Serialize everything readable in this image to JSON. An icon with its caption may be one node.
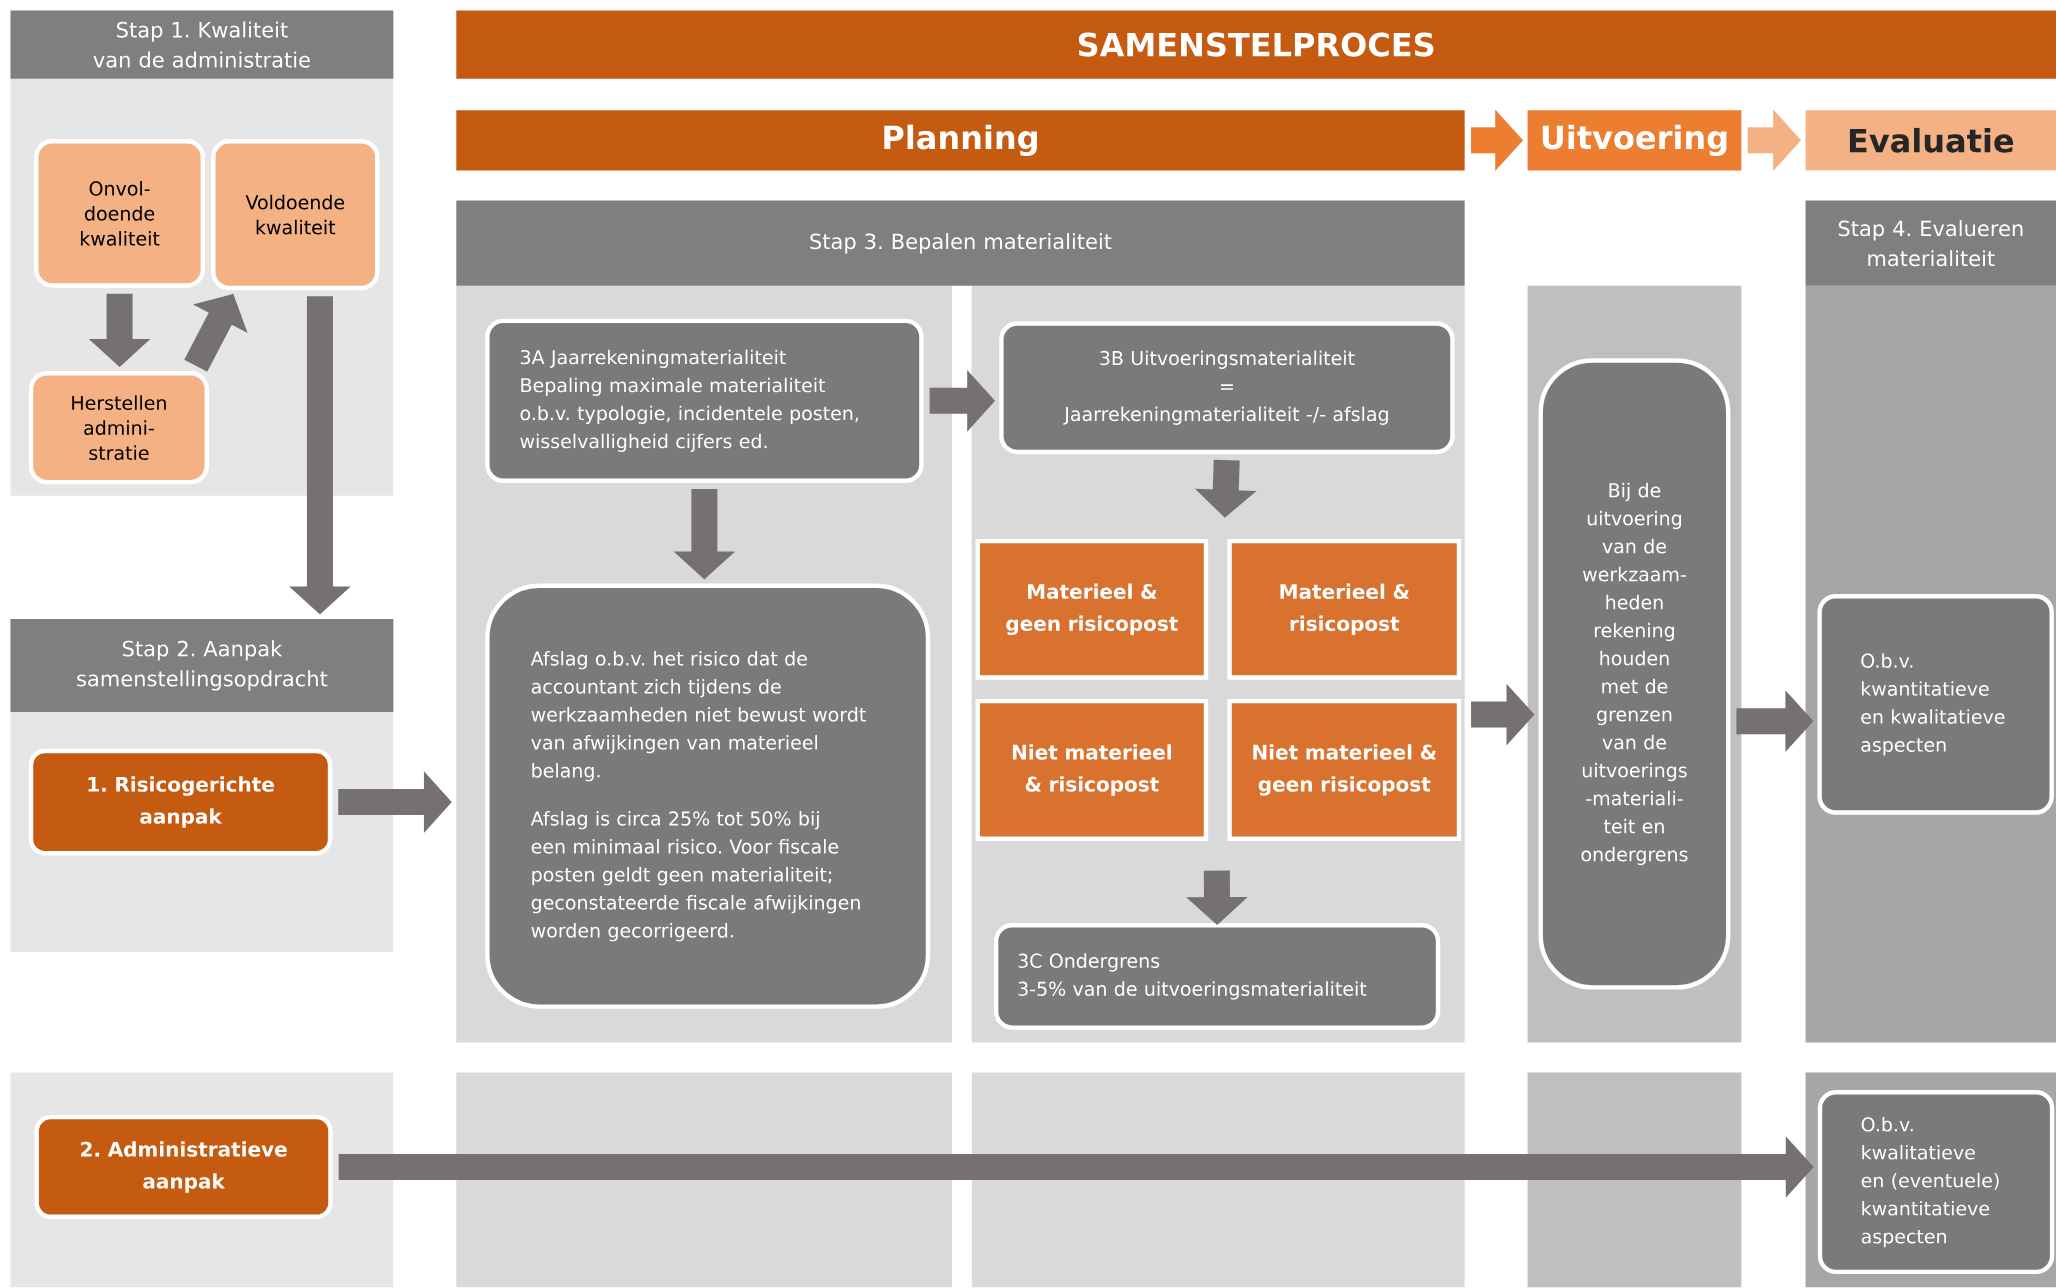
{
  "diagram": {
    "nodes": [
      {
        "text": [
          "SAMENSTELPROCES"
        ]
      },
      {
        "text": [
          "Stap 1. Kwaliteit van de administratie"
        ]
      },
      {
        "text": [
          "Onvol- doende kwaliteit"
        ],
        "in": 1
      },
      {
        "text": [
          "Voldoende kwaliteit"
        ],
        "in": 1
      },
      {
        "text": [
          "Herstellen admini- stratie"
        ],
        "in": 1
      },
      {
        "text": [
          "Planning"
        ]
      },
      {
        "text": [
          "Uitvoering"
        ]
      },
      {
        "text": [
          "Evaluatie"
        ]
      },
      {
        "text": [
          "Stap 3. Bepalen materialiteit"
        ]
      },
      {
        "text": [
          "Stap 4. Evalueren materialiteit"
        ]
      },
      {
        "text": [
          "3A Jaarrekeningmaterialiteit",
          "Bepaling maximale materialiteit o.b.v. typologie, incidentele posten, wisselvalligheid cijfers ed."
        ],
        "in": 8
      },
      {
        "text": [
          "3B Uitvoeringsmaterialiteit",
          "=",
          "Jaarrekeningmaterialiteit -/- afslag"
        ],
        "in": 8
      },
      {
        "text": [
          "Afslag o.b.v. het risico dat de accountant zich tijdens de werkzaamheden niet bewust wordt van afwijkingen van materieel belang.",
          "Afslag is circa 25% tot 50% bij een minimaal risico. Voor fiscale posten geldt geen materialiteit; geconstateerde fiscale afwijkingen worden gecorrigeerd."
        ],
        "in": 8
      },
      {
        "text": [
          "Materieel & geen risicopost"
        ],
        "in": 8
      },
      {
        "text": [
          "Materieel & risicopost"
        ],
        "in": 8
      },
      {
        "text": [
          "Niet materieel & risicopost"
        ],
        "in": 8
      },
      {
        "text": [
          "Niet materieel & geen risicopost"
        ],
        "in": 8
      },
      {
        "text": [
          "Stap 2. Aanpak samenstellingsopdracht"
        ]
      },
      {
        "text": [
          "1. Risicogerichte aanpak"
        ],
        "in": 17
      },
      {
        "text": [
          "3C Ondergrens",
          "3-5% van de uitvoeringsmaterialiteit"
        ],
        "in": 8
      },
      {
        "text": [
          "Bij de uitvoering van de werkzaam- heden rekening houden met de grenzen van de uitvoerings -materiali- teit en ondergrens"
        ]
      },
      {
        "text": [
          "O.b.v. kwantitatieve en kwalitatieve aspecten"
        ],
        "in": 9
      },
      {
        "text": [
          "2. Administratieve aanpak"
        ]
      },
      {
        "text": [
          "O.b.v. kwalitatieve en (eventuele) kwantitatieve aspecten"
        ]
      }
    ],
    "edges": [
      {
        "from": 2,
        "to": 4,
        "arrow": "to"
      },
      {
        "from": 4,
        "to": 3,
        "arrow": "to"
      },
      {
        "from": 3,
        "to": 17,
        "arrow": "to"
      },
      {
        "from": 5,
        "to": 6,
        "arrow": "to",
        "color": "#ed7d31"
      },
      {
        "from": 6,
        "to": 7,
        "arrow": "to",
        "color": "#f4b183"
      },
      {
        "from": 18,
        "to": 8,
        "arrow": "to"
      },
      {
        "from": 10,
        "to": 11,
        "arrow": "to"
      },
      {
        "from": 10,
        "to": 12,
        "arrow": "to"
      },
      {
        "from": 11,
        "to": null,
        "arrow": "to"
      },
      {
        "from": null,
        "to": 19,
        "arrow": "to"
      },
      {
        "from": 8,
        "to": 20,
        "arrow": "to"
      },
      {
        "from": 20,
        "to": 21,
        "arrow": "to"
      },
      {
        "from": 22,
        "to": 23,
        "arrow": "to"
      }
    ]
  }
}
